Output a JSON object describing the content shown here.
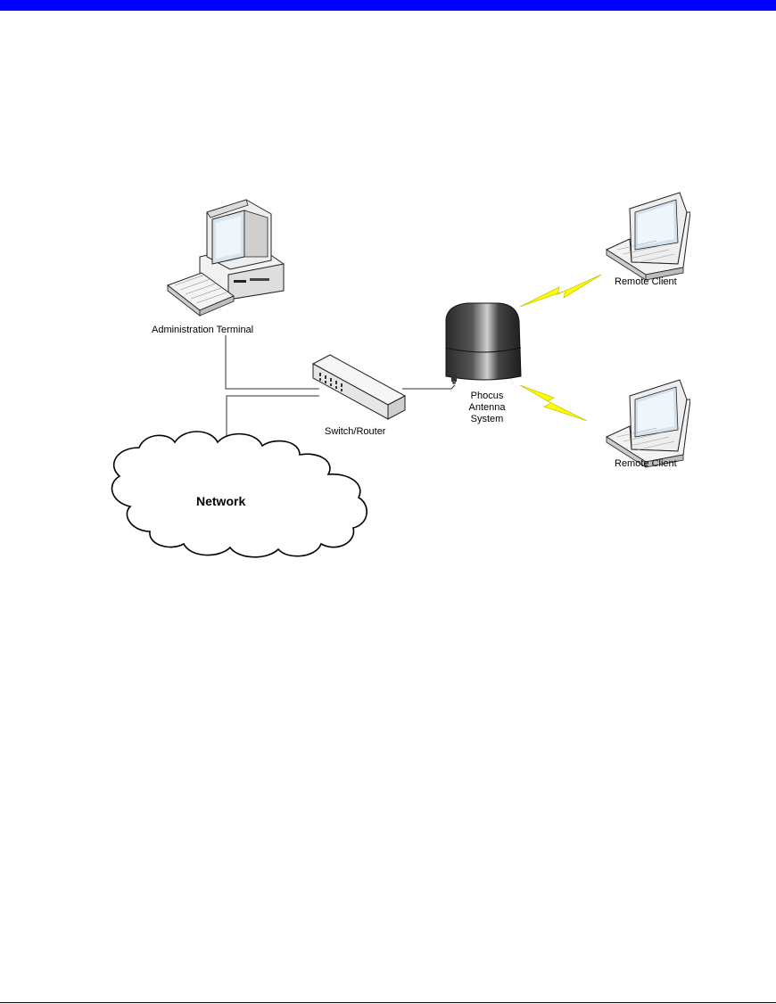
{
  "page": {
    "header_bar_color": "#0000ff"
  },
  "diagram": {
    "nodes": {
      "admin_terminal": {
        "label": "Administration  Terminal",
        "icon": "desktop-computer-icon"
      },
      "switch_router": {
        "label": "Switch/Router",
        "icon": "network-switch-icon"
      },
      "antenna": {
        "label_lines": [
          "Phocus",
          "Antenna",
          "System"
        ],
        "icon": "antenna-icon"
      },
      "remote_client_1": {
        "label": "Remote Client",
        "icon": "laptop-icon"
      },
      "remote_client_2": {
        "label": "Remote Client",
        "icon": "laptop-icon"
      },
      "network": {
        "label": "Network",
        "icon": "cloud-icon"
      }
    },
    "wireless_color": "#ffff00"
  }
}
